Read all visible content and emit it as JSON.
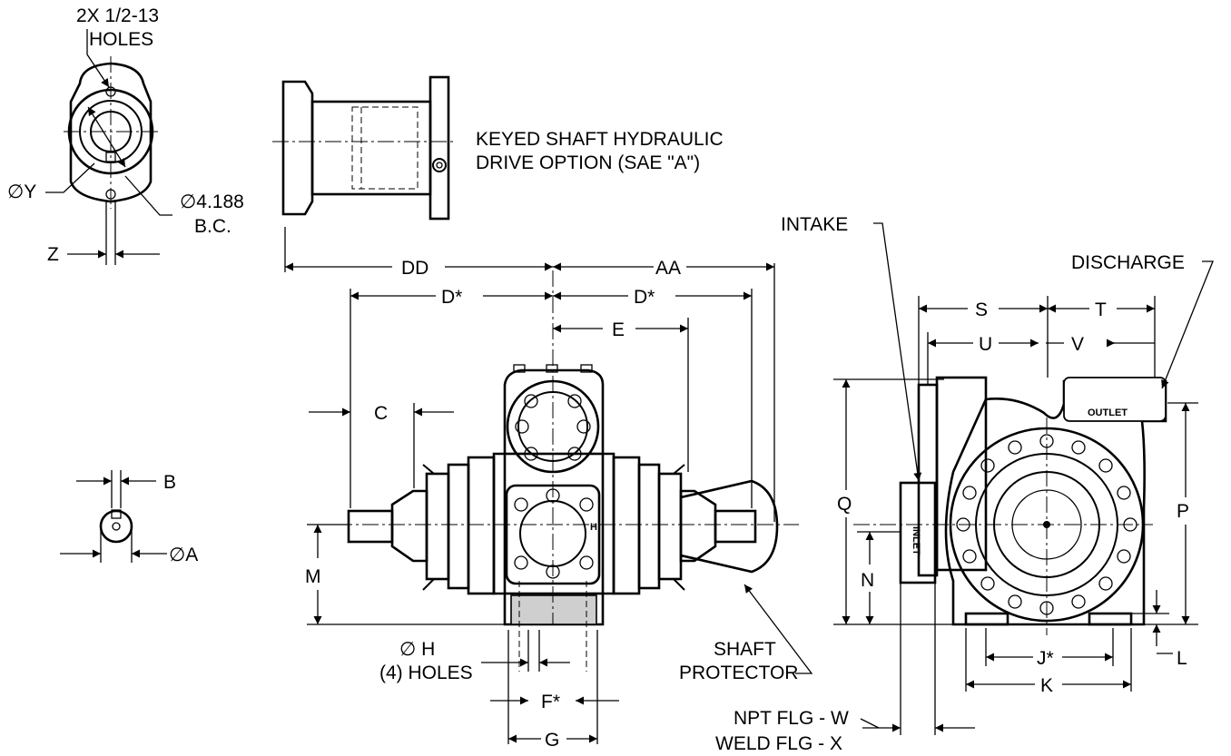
{
  "labels": {
    "holes_2x_line1": "2X 1/2-13",
    "holes_2x_line2": "HOLES",
    "dia_y": "∅Y",
    "dia_bc_line1": "∅4.188",
    "dia_bc_line2": "B.C.",
    "z": "Z",
    "hydraulic_line1": "KEYED SHAFT HYDRAULIC",
    "hydraulic_line2": "DRIVE OPTION (SAE \"A\")",
    "dd": "DD",
    "aa": "AA",
    "d_left": "D*",
    "d_right": "D*",
    "e": "E",
    "c": "C",
    "b": "B",
    "dia_a": "∅A",
    "m": "M",
    "dia_h_line1": "∅ H",
    "dia_h_line2": "(4) HOLES",
    "f": "F*",
    "g": "G",
    "shaft_protector_line1": "SHAFT",
    "shaft_protector_line2": "PROTECTOR",
    "intake": "INTAKE",
    "discharge": "DISCHARGE",
    "s": "S",
    "t": "T",
    "u": "U",
    "v": "V",
    "q": "Q",
    "p": "P",
    "n": "N",
    "j": "J*",
    "k": "K",
    "l": "L",
    "npt_flg": "NPT FLG - W",
    "weld_flg": "WELD FLG - X",
    "inlet": "INLET",
    "outlet": "OUTLET",
    "h_mark": "H"
  }
}
